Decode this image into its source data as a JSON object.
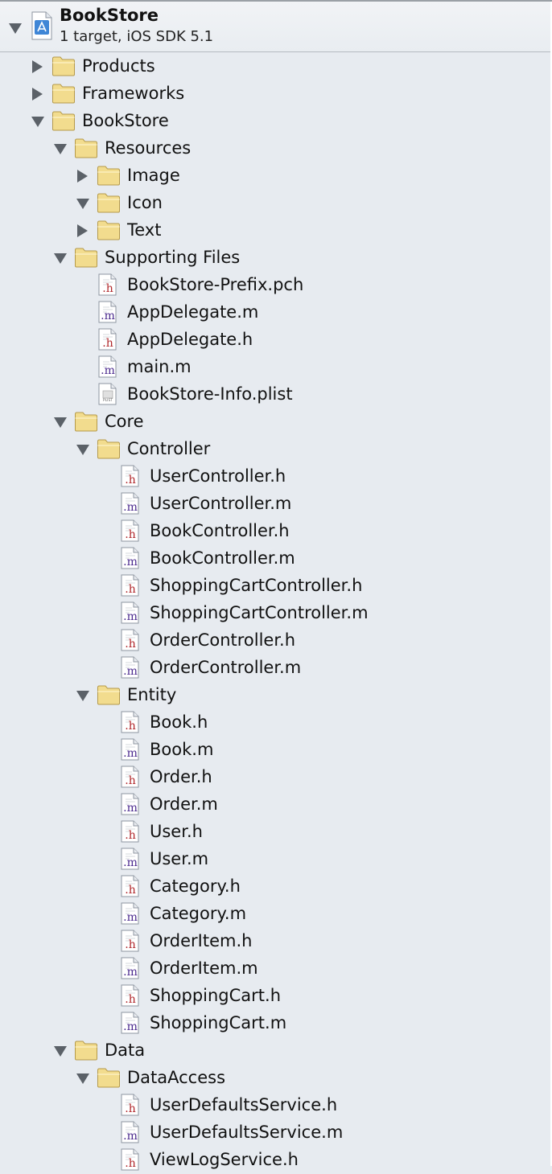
{
  "project": {
    "name": "BookStore",
    "subtitle": "1 target, iOS SDK 5.1"
  },
  "tree": [
    {
      "label": "Products",
      "kind": "folder",
      "depth": 0,
      "expanded": false
    },
    {
      "label": "Frameworks",
      "kind": "folder",
      "depth": 0,
      "expanded": false
    },
    {
      "label": "BookStore",
      "kind": "folder",
      "depth": 0,
      "expanded": true
    },
    {
      "label": "Resources",
      "kind": "folder",
      "depth": 1,
      "expanded": true
    },
    {
      "label": "Image",
      "kind": "folder",
      "depth": 2,
      "expanded": false
    },
    {
      "label": "Icon",
      "kind": "folder",
      "depth": 2,
      "expanded": true
    },
    {
      "label": "Text",
      "kind": "folder",
      "depth": 2,
      "expanded": false
    },
    {
      "label": "Supporting Files",
      "kind": "folder",
      "depth": 1,
      "expanded": true
    },
    {
      "label": "BookStore-Prefix.pch",
      "kind": "h",
      "depth": 2
    },
    {
      "label": "AppDelegate.m",
      "kind": "m",
      "depth": 2
    },
    {
      "label": "AppDelegate.h",
      "kind": "h",
      "depth": 2
    },
    {
      "label": "main.m",
      "kind": "m",
      "depth": 2
    },
    {
      "label": "BookStore-Info.plist",
      "kind": "plist",
      "depth": 2
    },
    {
      "label": "Core",
      "kind": "folder",
      "depth": 1,
      "expanded": true
    },
    {
      "label": "Controller",
      "kind": "folder",
      "depth": 2,
      "expanded": true
    },
    {
      "label": "UserController.h",
      "kind": "h",
      "depth": 3
    },
    {
      "label": "UserController.m",
      "kind": "m",
      "depth": 3
    },
    {
      "label": "BookController.h",
      "kind": "h",
      "depth": 3
    },
    {
      "label": "BookController.m",
      "kind": "m",
      "depth": 3
    },
    {
      "label": "ShoppingCartController.h",
      "kind": "h",
      "depth": 3
    },
    {
      "label": "ShoppingCartController.m",
      "kind": "m",
      "depth": 3
    },
    {
      "label": "OrderController.h",
      "kind": "h",
      "depth": 3
    },
    {
      "label": "OrderController.m",
      "kind": "m",
      "depth": 3
    },
    {
      "label": "Entity",
      "kind": "folder",
      "depth": 2,
      "expanded": true
    },
    {
      "label": "Book.h",
      "kind": "h",
      "depth": 3
    },
    {
      "label": "Book.m",
      "kind": "m",
      "depth": 3
    },
    {
      "label": "Order.h",
      "kind": "h",
      "depth": 3
    },
    {
      "label": "Order.m",
      "kind": "m",
      "depth": 3
    },
    {
      "label": "User.h",
      "kind": "h",
      "depth": 3
    },
    {
      "label": "User.m",
      "kind": "m",
      "depth": 3
    },
    {
      "label": "Category.h",
      "kind": "h",
      "depth": 3
    },
    {
      "label": "Category.m",
      "kind": "m",
      "depth": 3
    },
    {
      "label": "OrderItem.h",
      "kind": "h",
      "depth": 3
    },
    {
      "label": "OrderItem.m",
      "kind": "m",
      "depth": 3
    },
    {
      "label": "ShoppingCart.h",
      "kind": "h",
      "depth": 3
    },
    {
      "label": "ShoppingCart.m",
      "kind": "m",
      "depth": 3
    },
    {
      "label": "Data",
      "kind": "folder",
      "depth": 1,
      "expanded": true
    },
    {
      "label": "DataAccess",
      "kind": "folder",
      "depth": 2,
      "expanded": true
    },
    {
      "label": "UserDefaultsService.h",
      "kind": "h",
      "depth": 3
    },
    {
      "label": "UserDefaultsService.m",
      "kind": "m",
      "depth": 3
    },
    {
      "label": "ViewLogService.h",
      "kind": "h",
      "depth": 3
    }
  ],
  "icons": {
    "folder": "folder-icon",
    "h": "header-file-icon",
    "m": "implementation-file-icon",
    "plist": "plist-file-icon",
    "project": "xcode-project-icon",
    "expanded": "disclosure-expanded-icon",
    "collapsed": "disclosure-collapsed-icon"
  },
  "colors": {
    "background": "#e7ebf0",
    "folder_fill": "#f2dc8e",
    "folder_stroke": "#b59a4a",
    "h_letter": "#b0262a",
    "m_letter": "#4b2a8e",
    "project_blue": "#3f86d6"
  },
  "file_glyphs": {
    "h": ".h",
    "m": ".m",
    "plist": "PLIST"
  }
}
